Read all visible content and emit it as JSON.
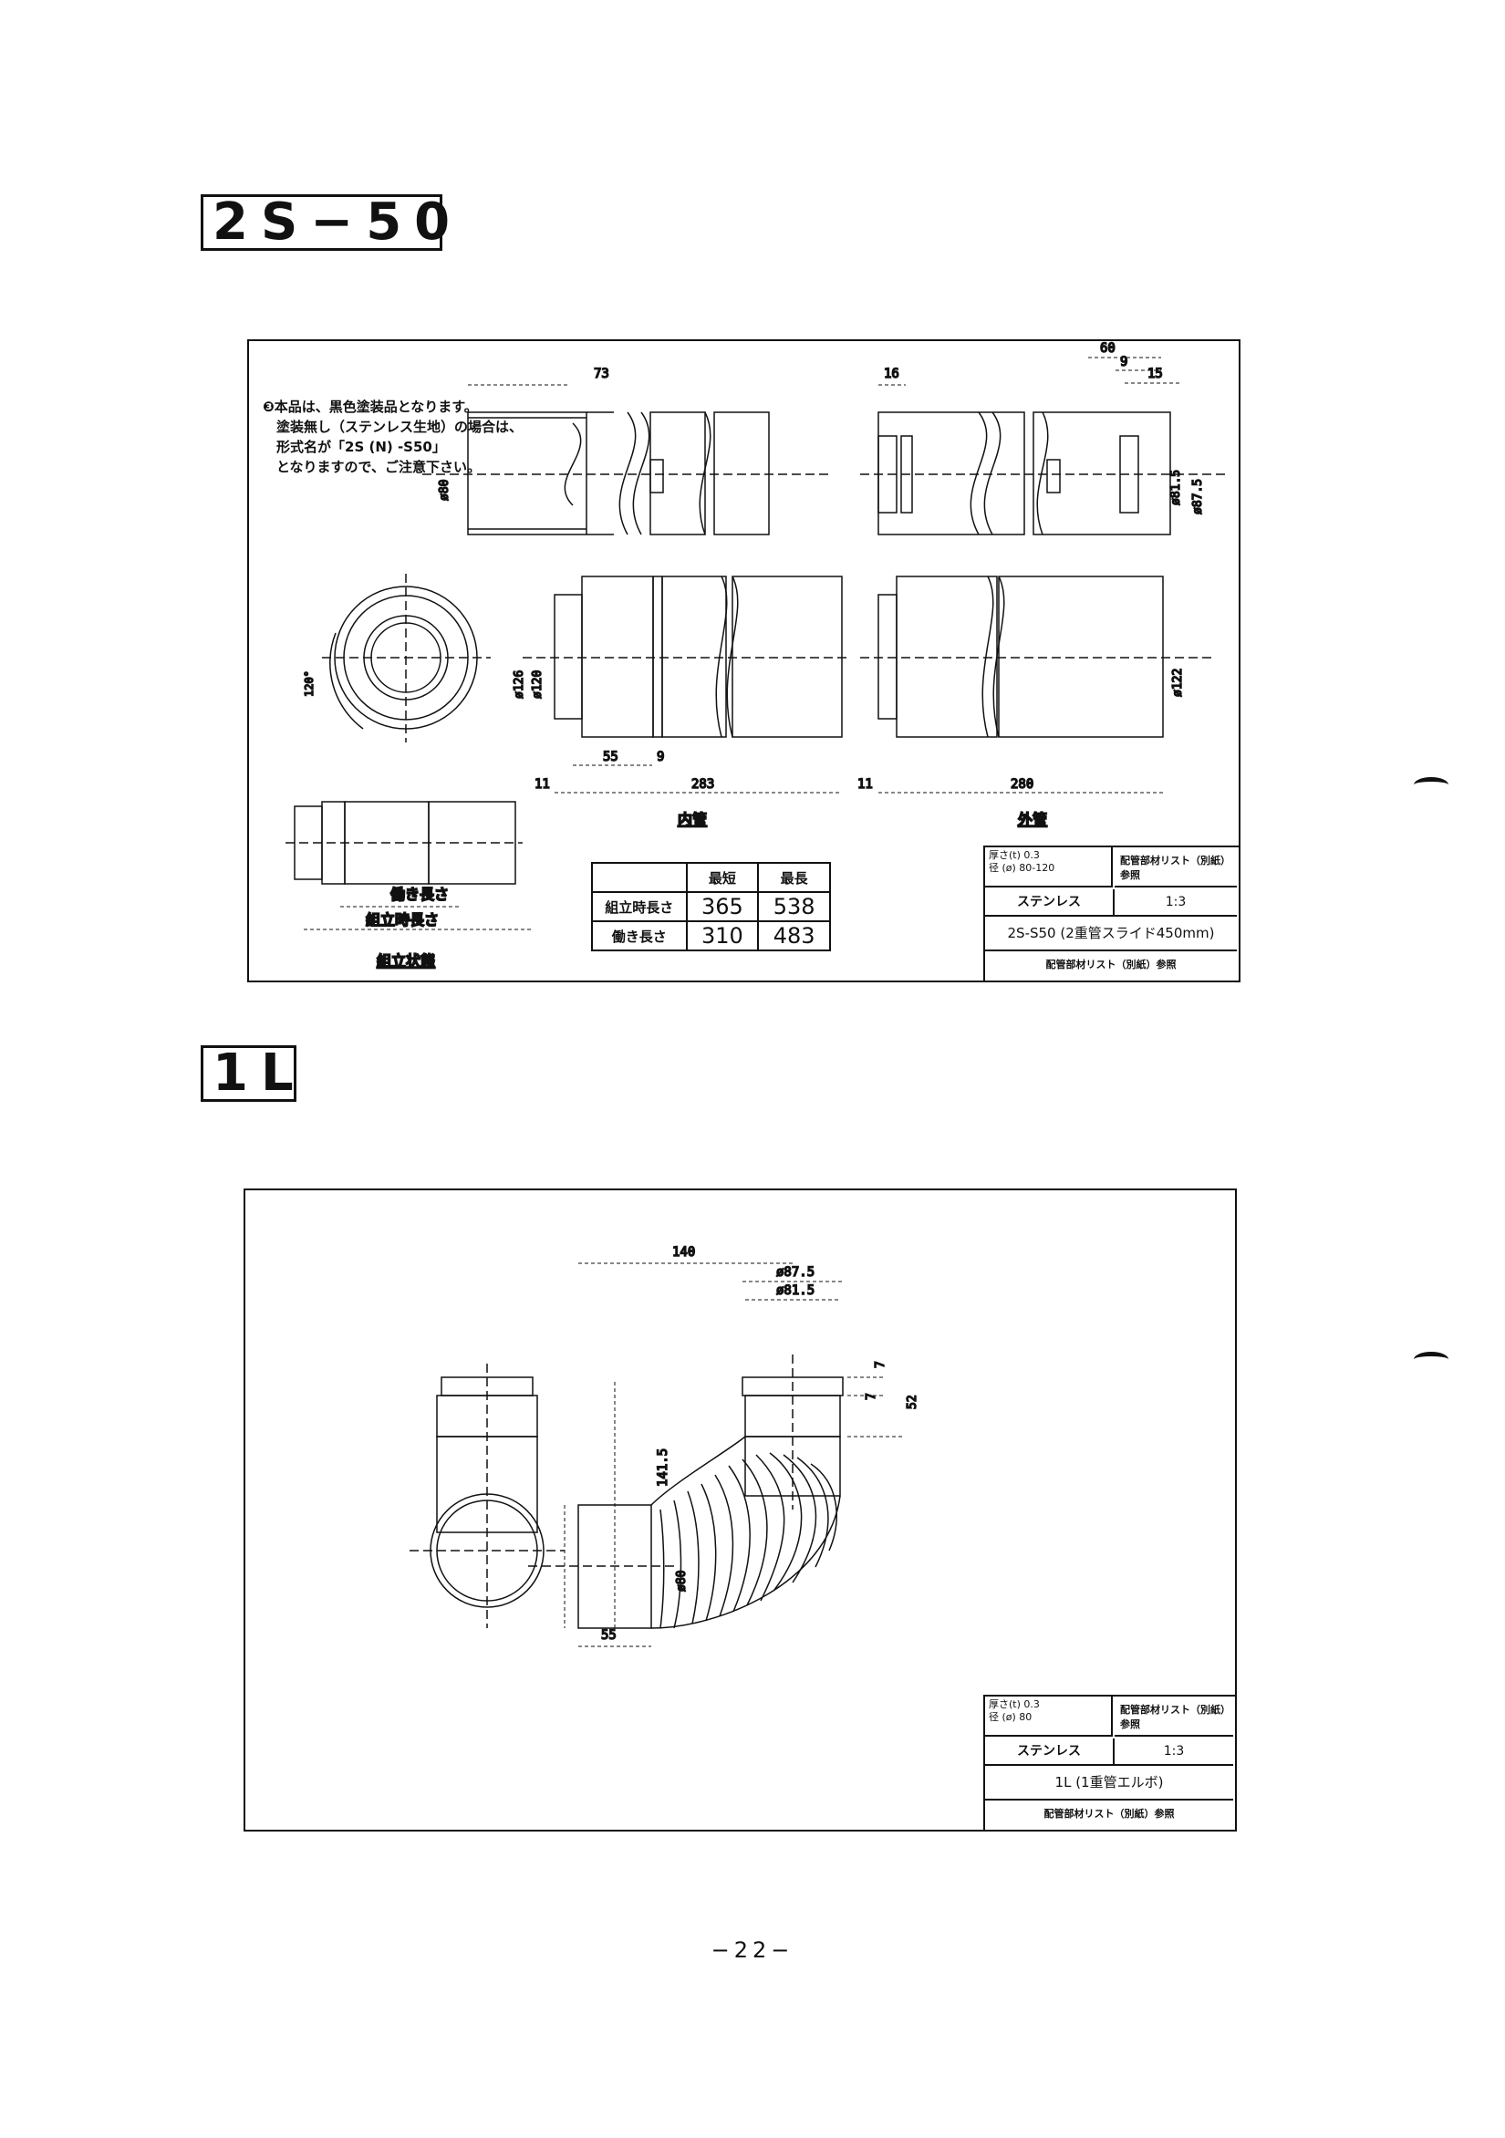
{
  "section1": {
    "tag": "2S−50",
    "note": "❸本品は、黒色塗装品となります。\n　塗装無し（ステンレス生地）の場合は、\n　形式名が「2S (N) -S50」\n　となりますので、ご注意下さい。",
    "dims": {
      "d73": "73",
      "d16": "16",
      "d60": "60",
      "d9a": "9",
      "d15": "15",
      "d80": "ø80",
      "d81_5": "ø81.5",
      "d87_5": "ø87.5",
      "d126": "ø126",
      "d120": "ø120",
      "d122": "ø122",
      "angle": "120°",
      "d55": "55",
      "d9b": "9",
      "d11a": "11",
      "d283": "283",
      "d11b": "11",
      "d280": "280"
    },
    "label_inner": "内管",
    "label_outer": "外管",
    "assembly": {
      "work_len": "働き長さ",
      "asm_len": "組立時長さ",
      "state": "組立状態"
    },
    "table": {
      "headers": [
        "",
        "最短",
        "最長"
      ],
      "rows": [
        {
          "label": "組立時長さ",
          "min": "365",
          "max": "538"
        },
        {
          "label": "働き長さ",
          "min": "310",
          "max": "483"
        }
      ]
    },
    "titleblock": {
      "thk": "厚さ(t) 0.3",
      "dia": "径 (ø) 80-120",
      "ref": "配管部材リスト（別紙）参照",
      "material": "ステンレス",
      "scale": "1:3",
      "model": "2S-S50 (2重管スライド450mm)",
      "bottom": "配管部材リスト（別紙）参照"
    }
  },
  "section2": {
    "tag": "1L",
    "dims": {
      "d140": "140",
      "d87_5": "ø87.5",
      "d81_5": "ø81.5",
      "d7a": "7",
      "d7b": "7",
      "d52": "52",
      "d141_5": "141.5",
      "d80": "ø80",
      "d55": "55"
    },
    "titleblock": {
      "thk": "厚さ(t) 0.3",
      "dia": "径 (ø) 80",
      "ref": "配管部材リスト（別紙）参照",
      "material": "ステンレス",
      "scale": "1:3",
      "model": "1L (1重管エルボ)",
      "bottom": "配管部材リスト（別紙）参照"
    }
  },
  "page_number": "−22−"
}
